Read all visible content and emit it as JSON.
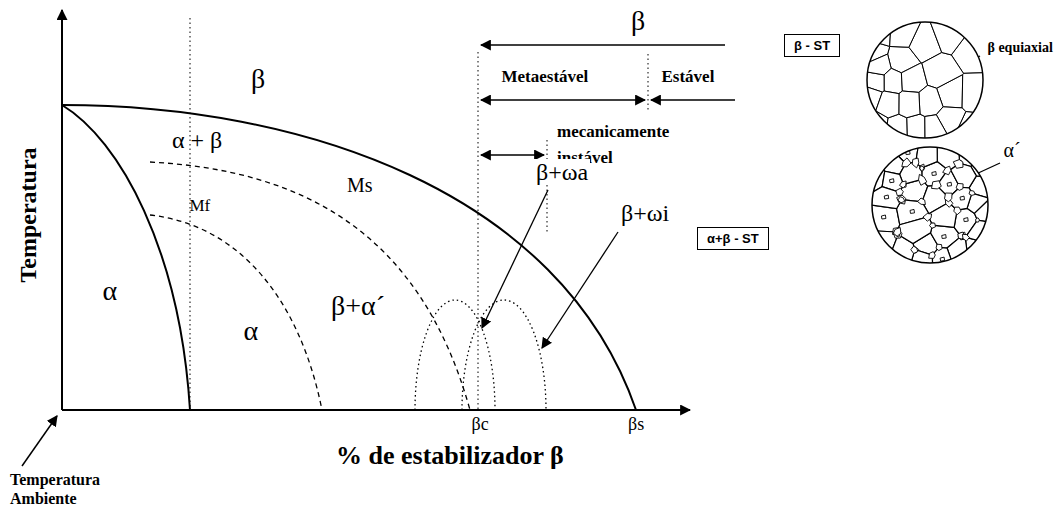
{
  "diagram": {
    "nodes": [
      {
        "text": [
          "β - ST"
        ]
      },
      {
        "text": [
          "α+β - ST"
        ]
      }
    ],
    "labels": [
      "β",
      "Metaestável",
      "Estável",
      "mecanicamente instável",
      "β equiaxial",
      "Temperatura",
      "β",
      "α + β",
      "Ms",
      "Mf",
      "α",
      "α",
      "β+α´",
      "β+ωa",
      "β+ωi",
      "α´",
      "βc",
      "βs",
      "Temperatura Ambiente",
      "% de estabilizador β"
    ]
  }
}
